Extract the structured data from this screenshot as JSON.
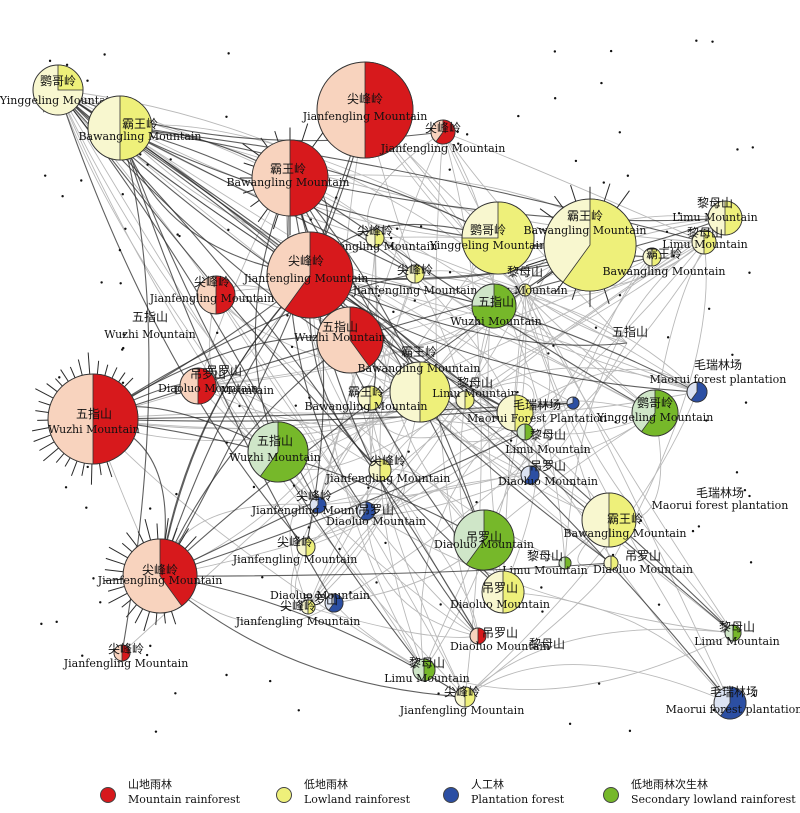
{
  "colors": {
    "mountain_rainforest": "#d7191c",
    "lowland_rainforest": "#eef07a",
    "plantation_forest": "#2c4fa3",
    "secondary_lowland_rainforest": "#76b82a",
    "other_mountain": "#f8d3be",
    "other_lowland": "#f8f7cf",
    "other_secondary": "#cfe6c8",
    "edge_dark": "#2a2a2a",
    "edge_light": "#b9b9b9"
  },
  "legend": [
    {
      "cn": "山地雨林",
      "en": "Mountain rainforest",
      "color": "#d7191c"
    },
    {
      "cn": "低地雨林",
      "en": "Lowland rainforest",
      "color": "#eef07a"
    },
    {
      "cn": "人工林",
      "en": "Plantation forest",
      "color": "#2c4fa3"
    },
    {
      "cn": "低地雨林次生林",
      "en": "Secondary lowland rainforest",
      "color": "#76b82a"
    }
  ],
  "nodes": [
    {
      "cn": "鹦哥岭",
      "en": "Yinggeling Mountain",
      "type": "lowland",
      "share": 0.25
    },
    {
      "cn": "霸王岭",
      "en": "Bawangling Mountain",
      "type": "lowland",
      "share": 0.5
    },
    {
      "cn": "尖峰岭",
      "en": "Jianfengling Mountain",
      "type": "mountain",
      "share": 0.5
    },
    {
      "cn": "尖峰岭",
      "en": "Jianfengling Mountain",
      "type": "mountain",
      "share": 0.6
    },
    {
      "cn": "五指山",
      "en": "Wuzhi Mountain",
      "type": "none",
      "share": 0
    },
    {
      "cn": "吊罗山",
      "en": "Diaoluo Mountain",
      "type": "none",
      "share": 0
    },
    {
      "cn": "霸王岭",
      "en": "Bawangling Mountain",
      "type": "mountain",
      "share": 0.5
    },
    {
      "cn": "黎母山",
      "en": "Limu Mountain",
      "type": "lowland",
      "share": 0.5
    },
    {
      "cn": "黎母山",
      "en": "Limu Mountain",
      "type": "lowland",
      "share": 0.5
    },
    {
      "cn": "尖峰岭",
      "en": "Jianfengling Mountain",
      "type": "lowland",
      "share": 0.5
    },
    {
      "cn": "鹦哥岭",
      "en": "Yinggeling Mountain",
      "type": "lowland",
      "share": 0.75
    },
    {
      "cn": "霸王岭",
      "en": "Bawangling Mountain",
      "type": "lowland",
      "share": 0.6
    },
    {
      "cn": "霸王岭",
      "en": "Bawangling Mountain",
      "type": "lowland",
      "share": 0.5
    },
    {
      "cn": "尖峰岭",
      "en": "Jianfengling Mountain",
      "type": "mountain",
      "share": 0.6
    },
    {
      "cn": "尖峰岭",
      "en": "Jianfengling Mountain",
      "type": "lowland",
      "share": 0.5
    },
    {
      "cn": "尖峰岭",
      "en": "Jianfengling Mountain",
      "type": "mountain",
      "share": 0.5
    },
    {
      "cn": "黎母山",
      "en": "Limu Mountain",
      "type": "lowland",
      "share": 0.5
    },
    {
      "cn": "五指山",
      "en": "Wuzhi Mountain",
      "type": "secondary",
      "share": 0.75
    },
    {
      "cn": "五指山",
      "en": "Wuzhi Mountain",
      "type": "none",
      "share": 0
    },
    {
      "cn": "五指山",
      "en": "Wuzhi Mountain",
      "type": "mountain",
      "share": 0.4
    },
    {
      "cn": "黎母山",
      "en": "",
      "type": "none",
      "share": 0
    },
    {
      "cn": "吊罗山",
      "en": "Diaoluo Mountain",
      "type": "mountain",
      "share": 0.5
    },
    {
      "cn": "霸王岭",
      "en": "Bawangling Mountain",
      "type": "lowland",
      "share": 0.5
    },
    {
      "cn": "霸王岭",
      "en": "Bawangling Mountain",
      "type": "lowland",
      "share": 0.5
    },
    {
      "cn": "黎母山",
      "en": "Limu Mountain",
      "type": "lowland",
      "share": 0.5
    },
    {
      "cn": "毛瑞林场",
      "en": "Maorui forest plantation",
      "type": "plantation",
      "share": 0.6
    },
    {
      "cn": "鹦哥岭",
      "en": "Yinggeling Mountain",
      "type": "secondary",
      "share": 0.6
    },
    {
      "cn": "五指山",
      "en": "Wuzhi Mountain",
      "type": "mountain",
      "share": 0.5
    },
    {
      "cn": "毛瑞林场",
      "en": "Maorui Forest Plantation",
      "type": "lowland",
      "share": 0.5
    },
    {
      "cn": "黎母山",
      "en": "Limu Mountain",
      "type": "secondary",
      "share": 0.5
    },
    {
      "cn": "",
      "en": "",
      "type": "plantation",
      "share": 0.7
    },
    {
      "cn": "五指山",
      "en": "Wuzhi Mountain",
      "type": "secondary",
      "share": 0.6
    },
    {
      "cn": "尖峰岭",
      "en": "Jianfengling Mountain",
      "type": "lowland",
      "share": 0.5
    },
    {
      "cn": "吊罗山",
      "en": "Diaoluo Mountain",
      "type": "plantation",
      "share": 0.6
    },
    {
      "cn": "尖峰岭",
      "en": "Jianfengling Mountain",
      "type": "plantation",
      "share": 0.6
    },
    {
      "cn": "吊罗山",
      "en": "Diaoluo Mountain",
      "type": "plantation",
      "share": 0.6
    },
    {
      "cn": "毛瑞林场",
      "en": "Maorui forest plantation",
      "type": "plantation",
      "share": 0.6
    },
    {
      "cn": "霸王岭",
      "en": "Bawangling Mountain",
      "type": "lowland",
      "share": 0.5
    },
    {
      "cn": "尖峰岭",
      "en": "Jianfengling Mountain",
      "type": "lowland",
      "share": 0.5
    },
    {
      "cn": "吊罗山",
      "en": "Diaoluo Mountain",
      "type": "secondary",
      "share": 0.6
    },
    {
      "cn": "尖峰岭",
      "en": "Jianfengling Mountain",
      "type": "mountain",
      "share": 0.4
    },
    {
      "cn": "黎母山",
      "en": "Limu Mountain",
      "type": "secondary",
      "share": 0.5
    },
    {
      "cn": "吊罗山",
      "en": "Diaoluo Mountain",
      "type": "lowland",
      "share": 0.5
    },
    {
      "cn": "吊罗山",
      "en": "Diaoluo Mountain",
      "type": "lowland",
      "share": 0.5
    },
    {
      "cn": "吊罗山",
      "en": "Diaoluo Mountain",
      "type": "plantation",
      "share": 0.6
    },
    {
      "cn": "尖峰岭",
      "en": "Jianfengling Mountain",
      "type": "lowland",
      "share": 0.5
    },
    {
      "cn": "黎母山",
      "en": "Limu Mountain",
      "type": "secondary",
      "share": 0.5
    },
    {
      "cn": "尖峰岭",
      "en": "Jianfengling Mountain",
      "type": "mountain",
      "share": 0.5
    },
    {
      "cn": "吊罗山",
      "en": "Diaoluo Mountain",
      "type": "mountain",
      "share": 0.5
    },
    {
      "cn": "黎母山",
      "en": "",
      "type": "none",
      "share": 0
    },
    {
      "cn": "黎母山",
      "en": "Limu Mountain",
      "type": "secondary",
      "share": 0.5
    },
    {
      "cn": "尖峰岭",
      "en": "Jianfengling Mountain",
      "type": "lowland",
      "share": 0.5
    },
    {
      "cn": "黎母山",
      "en": "Limu Mountain",
      "type": "secondary",
      "share": 0.5
    },
    {
      "cn": "毛瑞林场",
      "en": "Maorui forest plantation",
      "type": "plantation",
      "share": 0.6
    },
    {
      "cn": "鹦哥岭",
      "en": "Yinggeling Mountain",
      "type": "lowland",
      "share": 0.5
    }
  ]
}
